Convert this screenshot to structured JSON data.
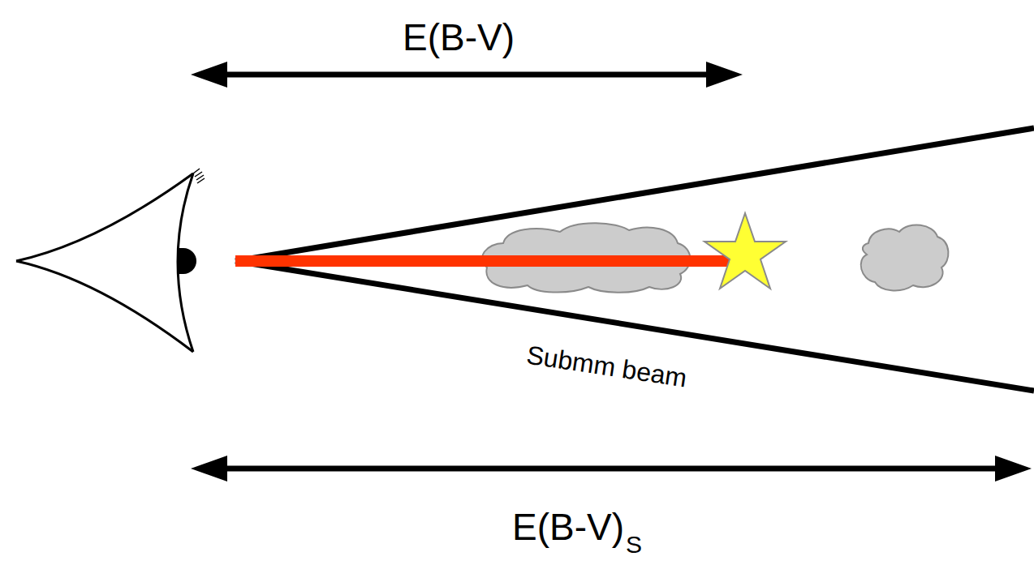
{
  "diagram": {
    "labels": [
      "E(B-V)",
      "Submm beam",
      "E(B-V)",
      "S"
    ]
  }
}
